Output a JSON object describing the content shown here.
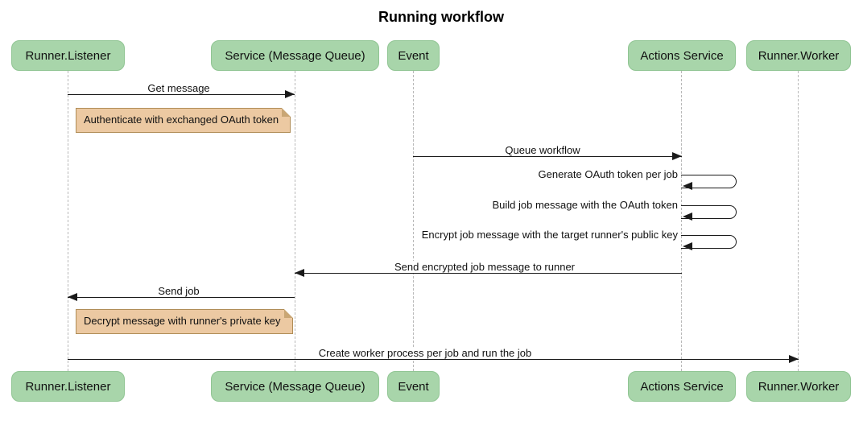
{
  "title": "Running workflow",
  "participants": [
    {
      "label": "Runner.Listener"
    },
    {
      "label": "Service (Message Queue)"
    },
    {
      "label": "Event"
    },
    {
      "label": "Actions Service"
    },
    {
      "label": "Runner.Worker"
    }
  ],
  "messages": [
    {
      "label": "Get message",
      "from": "Runner.Listener",
      "to": "Service (Message Queue)",
      "direction": "right"
    },
    {
      "label": "Queue workflow",
      "from": "Event",
      "to": "Actions Service",
      "direction": "right"
    },
    {
      "label": "Send encrypted job message to runner",
      "from": "Actions Service",
      "to": "Service (Message Queue)",
      "direction": "left"
    },
    {
      "label": "Send job",
      "from": "Service (Message Queue)",
      "to": "Runner.Listener",
      "direction": "left"
    },
    {
      "label": "Create worker process per job and run the job",
      "from": "Runner.Listener",
      "to": "Runner.Worker",
      "direction": "right"
    }
  ],
  "self_messages": [
    {
      "label": "Generate OAuth token per job",
      "actor": "Actions Service"
    },
    {
      "label": "Build job message with the OAuth token",
      "actor": "Actions Service"
    },
    {
      "label": "Encrypt job message with the target runner's public key",
      "actor": "Actions Service"
    }
  ],
  "notes": [
    {
      "label": "Authenticate with exchanged OAuth token",
      "over": "Runner.Listener"
    },
    {
      "label": "Decrypt message with runner's private key",
      "over": "Runner.Listener"
    }
  ],
  "colors": {
    "participant_fill": "#a8d5aa",
    "participant_border": "#90c593",
    "note_fill": "#ecc9a2",
    "note_border": "#b08d57",
    "lifeline": "#b9b9b9",
    "arrow": "#1a1a1a",
    "background": "#ffffff",
    "text": "#111111"
  }
}
